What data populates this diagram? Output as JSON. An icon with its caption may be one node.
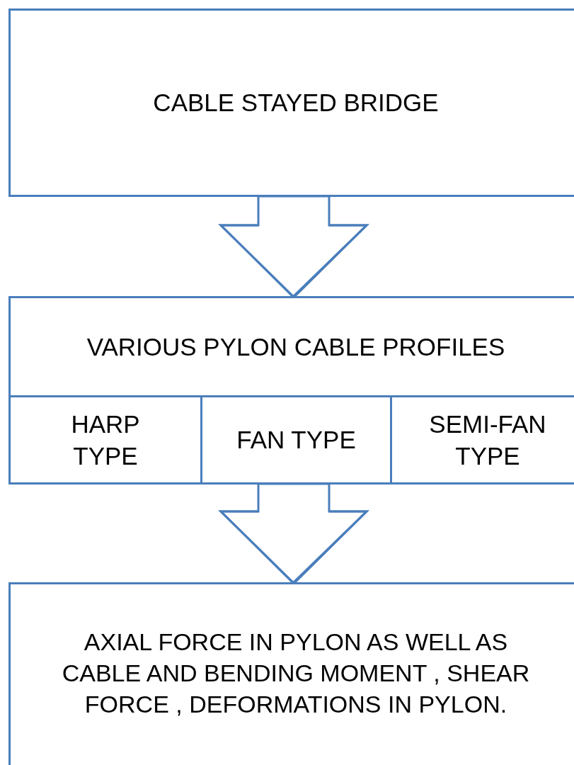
{
  "diagram": {
    "nodes": [
      {
        "text": [
          "CABLE STAYED BRIDGE"
        ]
      },
      {
        "text": [
          "VARIOUS PYLON CABLE PROFILES"
        ]
      },
      {
        "text": [
          "HARP TYPE"
        ],
        "in": 1
      },
      {
        "text": [
          "FAN TYPE"
        ],
        "in": 1
      },
      {
        "text": [
          "SEMI-FAN TYPE"
        ],
        "in": 1
      },
      {
        "text": [
          "AXIAL FORCE IN PYLON AS WELL AS CABLE AND BENDING MOMENT , SHEAR FORCE , DEFORMATIONS IN PYLON."
        ]
      }
    ],
    "edges": [
      {
        "from": 0,
        "to": 1,
        "arrow": "to"
      },
      {
        "from": 1,
        "to": 5,
        "arrow": "to"
      }
    ]
  }
}
